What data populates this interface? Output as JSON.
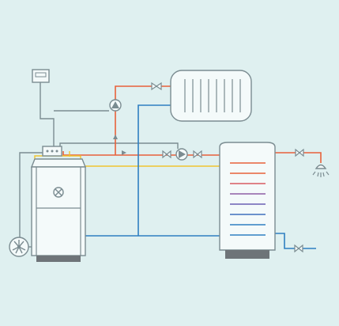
{
  "diagram": {
    "colors": {
      "background": "#dff0f0",
      "outline": "#7b8c91",
      "hot_pipe": "#e8613a",
      "cold_pipe": "#2f7fc1",
      "signal_pipe": "#f0c431",
      "equipment_fill": "#f4fafa",
      "base_dark": "#6e7478",
      "tank_stripe_mid": "#6b5fb3"
    },
    "components": [
      {
        "id": "room-thermostat",
        "icon": "thermostat-icon"
      },
      {
        "id": "boiler-control-panel",
        "icon": "control-panel-icon"
      },
      {
        "id": "boiler",
        "icon": "boiler-icon"
      },
      {
        "id": "burner",
        "icon": "burner-x-icon"
      },
      {
        "id": "expansion-fan",
        "icon": "fan-icon"
      },
      {
        "id": "radiator",
        "icon": "radiator-icon"
      },
      {
        "id": "heating-pump",
        "icon": "pump-icon"
      },
      {
        "id": "dhw-pump",
        "icon": "pump-icon"
      },
      {
        "id": "hot-water-tank",
        "icon": "storage-tank-icon"
      },
      {
        "id": "shower-head",
        "icon": "shower-icon"
      },
      {
        "id": "valves",
        "icon": "valve-icon"
      }
    ]
  }
}
